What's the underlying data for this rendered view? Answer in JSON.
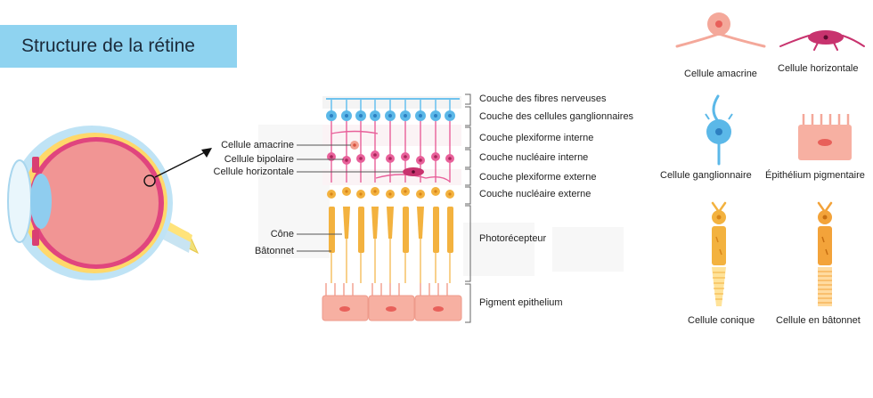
{
  "title": "Structure de la rétine",
  "layers": [
    "Couche des fibres nerveuses",
    "Couche des cellules ganglionnaires",
    "Couche plexiforme interne",
    "Couche nucléaire interne",
    "Couche plexiforme externe",
    "Couche nucléaire externe",
    "Photorécepteur",
    "Pigment epithelium"
  ],
  "cell_labels": [
    "Cellule amacrine",
    "Cellule bipolaire",
    "Cellule horizontale",
    "Cône",
    "Bâtonnet"
  ],
  "legend": [
    "Cellule amacrine",
    "Cellule horizontale",
    "Cellule ganglionnaire",
    "Épithélium pigmentaire",
    "Cellule conique",
    "Cellule en bâtonnet"
  ],
  "colors": {
    "title_bg": "#8fd3f0",
    "ganglion": "#5bb8e8",
    "bipolar": "#e8609a",
    "horizontal": "#c8336e",
    "photoreceptor": "#f3b23f",
    "pigment": "#f4a89a",
    "eye_body": "#f08f8f",
    "amacrine": "#f2a08f"
  }
}
